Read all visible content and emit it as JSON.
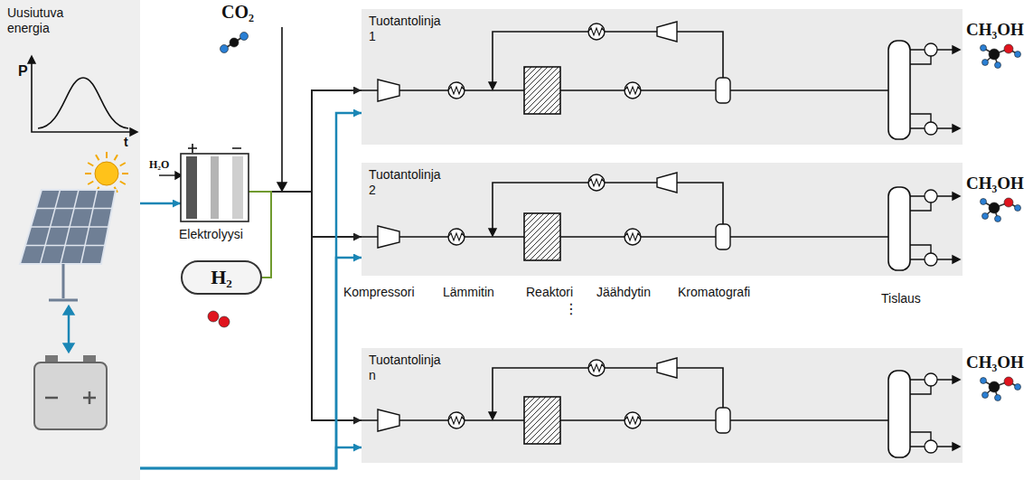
{
  "diagram": {
    "nodes": [
      {
        "text": [
          "Uusiutuva energia"
        ]
      },
      {
        "text": [
          "Elektrolyysi"
        ]
      },
      {
        "text": [
          "H₂"
        ]
      },
      {
        "text": [
          "Tuotantolinja 1"
        ]
      },
      {
        "text": [
          "Tuotantolinja 2"
        ]
      },
      {
        "text": [
          "Tuotantolinja n"
        ]
      }
    ],
    "edges": [
      {
        "from": 0,
        "to": 1,
        "arrow": "to"
      },
      {
        "from": 1,
        "to": 3,
        "arrow": "to"
      },
      {
        "from": 1,
        "to": 4,
        "arrow": "to"
      },
      {
        "from": 1,
        "to": 5,
        "arrow": "to"
      },
      {
        "from": 0,
        "to": 3,
        "arrow": "to"
      },
      {
        "from": 0,
        "to": 4,
        "arrow": "to"
      },
      {
        "from": 0,
        "to": 5,
        "arrow": "to"
      },
      {
        "from": 1,
        "to": 2,
        "arrow": "none"
      }
    ],
    "labels": [
      "P",
      "t",
      "H₂O",
      "CO₂",
      "CH₃OH",
      "CH₃OH",
      "CH₃OH",
      "Kompressori",
      "Lämmitin",
      "Reaktori",
      "Jäähdytin",
      "Kromatografi",
      "Tislaus",
      "⋮"
    ]
  }
}
